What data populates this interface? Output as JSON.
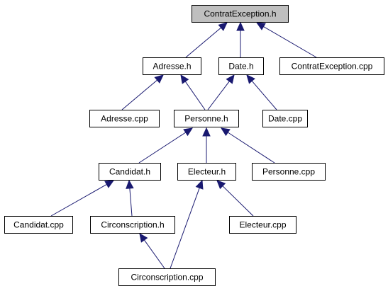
{
  "diagram": {
    "colors": {
      "edge": "#191970",
      "node_border": "#000000",
      "node_fill": "#ffffff",
      "highlight_fill": "#bfbfbf",
      "text": "#000000"
    },
    "nodes": [
      {
        "id": "contratexception_h",
        "label": "ContratException.h",
        "highlight": true
      },
      {
        "id": "adresse_h",
        "label": "Adresse.h",
        "highlight": false
      },
      {
        "id": "date_h",
        "label": "Date.h",
        "highlight": false
      },
      {
        "id": "contratexception_cpp",
        "label": "ContratException.cpp",
        "highlight": false
      },
      {
        "id": "adresse_cpp",
        "label": "Adresse.cpp",
        "highlight": false
      },
      {
        "id": "personne_h",
        "label": "Personne.h",
        "highlight": false
      },
      {
        "id": "date_cpp",
        "label": "Date.cpp",
        "highlight": false
      },
      {
        "id": "candidat_h",
        "label": "Candidat.h",
        "highlight": false
      },
      {
        "id": "electeur_h",
        "label": "Electeur.h",
        "highlight": false
      },
      {
        "id": "personne_cpp",
        "label": "Personne.cpp",
        "highlight": false
      },
      {
        "id": "candidat_cpp",
        "label": "Candidat.cpp",
        "highlight": false
      },
      {
        "id": "circonscription_h",
        "label": "Circonscription.h",
        "highlight": false
      },
      {
        "id": "electeur_cpp",
        "label": "Electeur.cpp",
        "highlight": false
      },
      {
        "id": "circonscription_cpp",
        "label": "Circonscription.cpp",
        "highlight": false
      }
    ],
    "edges": [
      {
        "from": "adresse_h",
        "to": "contratexception_h"
      },
      {
        "from": "date_h",
        "to": "contratexception_h"
      },
      {
        "from": "contratexception_cpp",
        "to": "contratexception_h"
      },
      {
        "from": "adresse_cpp",
        "to": "adresse_h"
      },
      {
        "from": "personne_h",
        "to": "adresse_h"
      },
      {
        "from": "personne_h",
        "to": "date_h"
      },
      {
        "from": "date_cpp",
        "to": "date_h"
      },
      {
        "from": "candidat_h",
        "to": "personne_h"
      },
      {
        "from": "electeur_h",
        "to": "personne_h"
      },
      {
        "from": "personne_cpp",
        "to": "personne_h"
      },
      {
        "from": "candidat_cpp",
        "to": "candidat_h"
      },
      {
        "from": "circonscription_h",
        "to": "candidat_h"
      },
      {
        "from": "electeur_cpp",
        "to": "electeur_h"
      },
      {
        "from": "circonscription_cpp",
        "to": "electeur_h"
      },
      {
        "from": "circonscription_cpp",
        "to": "circonscription_h"
      }
    ]
  }
}
